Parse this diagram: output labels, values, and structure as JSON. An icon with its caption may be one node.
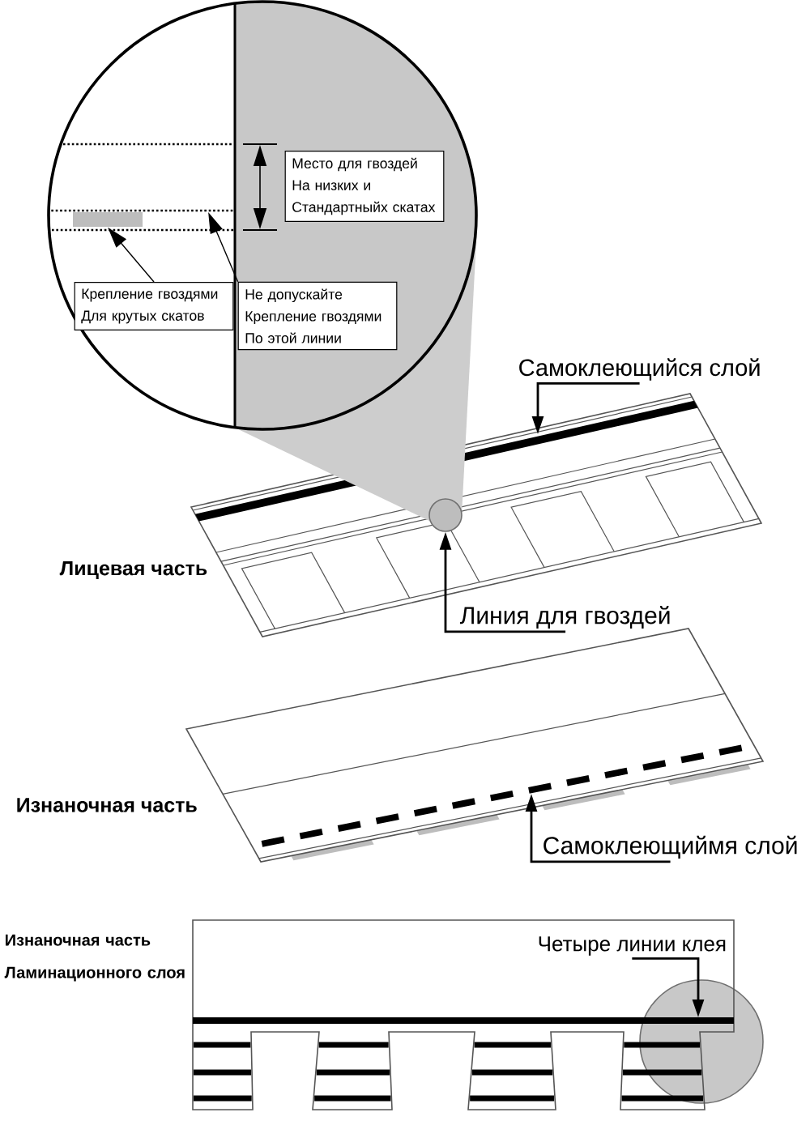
{
  "diagram": {
    "nodes": [
      {
        "text": [],
        "shape": "circle"
      },
      {
        "text": [
          "Место для гвоздей На низких и Стандартныйх скатах"
        ],
        "in": 0
      },
      {
        "text": [],
        "shape": "line",
        "in": 0
      },
      {
        "text": [],
        "shape": "bar",
        "in": 0
      },
      {
        "text": [
          "Крепление гвоздями Для крутых скатов"
        ],
        "in": 0
      },
      {
        "text": [
          "Не допускайте Крепление гвоздями По этой линии"
        ],
        "in": 0
      },
      {
        "text": [
          "Самоклеющийся слой"
        ]
      },
      {
        "text": [],
        "shape": "circle"
      },
      {
        "text": [
          "Линия для гвоздей"
        ]
      },
      {
        "text": [
          "Самоклеющиймя слой"
        ]
      },
      {
        "text": [
          "Четыре линии клея"
        ]
      }
    ],
    "edges": [
      {
        "from": 4,
        "to": 3,
        "arrow": "to"
      },
      {
        "from": 5,
        "to": 2,
        "arrow": "to"
      },
      {
        "from": 6,
        "to": null,
        "arrow": "to"
      },
      {
        "from": 8,
        "to": 7,
        "arrow": "to"
      },
      {
        "from": 9,
        "to": null,
        "arrow": "to"
      },
      {
        "from": 10,
        "to": null,
        "arrow": "to"
      }
    ],
    "labels": [
      "Лицевая часть",
      "Изнаночная часть",
      "Изнаночная часть Ламинационного слоя"
    ]
  }
}
